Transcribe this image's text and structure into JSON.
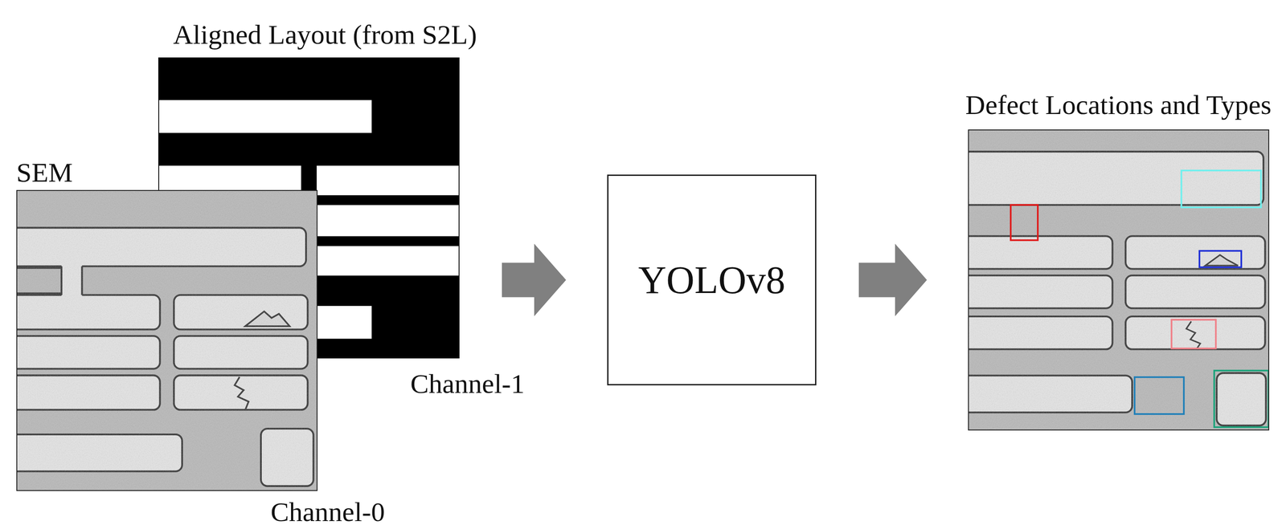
{
  "diagram": {
    "nodes": [
      {
        "text": [
          "Aligned Layout (from S2L)",
          "Channel-1"
        ]
      },
      {
        "text": [
          "SEM",
          "Channel-0"
        ]
      },
      {
        "text": [
          "YOLOv8"
        ]
      },
      {
        "text": [
          "Defect Locations and Types"
        ]
      }
    ],
    "edges": [
      {
        "from": 0,
        "to": 2,
        "arrow": "to"
      },
      {
        "from": 2,
        "to": 3,
        "arrow": "to"
      }
    ]
  }
}
